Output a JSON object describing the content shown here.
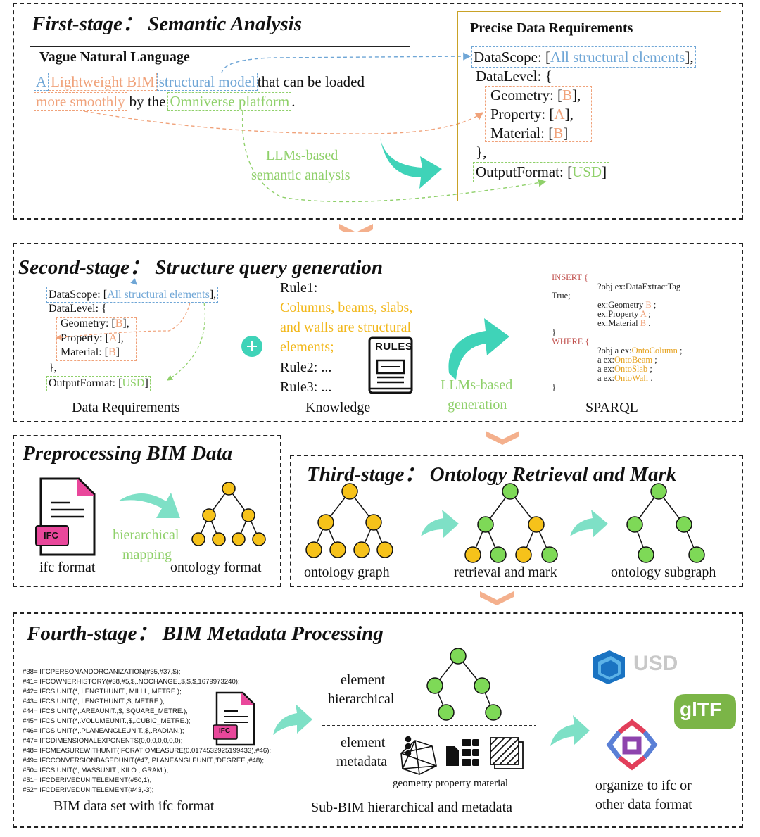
{
  "stage1": {
    "title": "First-stage： Semantic Analysis",
    "vague_title": "Vague Natural Language",
    "sentence": {
      "a": "A",
      "lightweight": "Lightweight  BIM",
      "structural": "structural model",
      "loaded": "that can be loaded",
      "smoothly": "more smoothly",
      "bythe": "by the",
      "omniverse": "Omniverse platform",
      "period": "."
    },
    "llm_line1": "LLMs-based",
    "llm_line2": "semantic analysis",
    "precise_title": "Precise Data Requirements",
    "req": {
      "datascope_key": "DataScope: [",
      "datascope_val": "All structural elements",
      "datascope_end": "],",
      "datalevel": "DataLevel: {",
      "geometry_key": "Geometry: [",
      "geometry_val": "B",
      "geometry_end": "],",
      "property_key": "Property: [",
      "property_val": "A",
      "property_end": "],",
      "material_key": "Material: [",
      "material_val": "B",
      "material_end": "]",
      "close": "},",
      "output_key": "OutputFormat: [",
      "output_val": "USD",
      "output_end": "]"
    }
  },
  "stage2": {
    "title": "Second-stage： Structure query generation",
    "req_caption": "Data Requirements",
    "plus": "+",
    "rule1": "Rule1:",
    "rule1_text": [
      "Columns, beams, slabs,",
      "and walls are structural",
      "elements;"
    ],
    "rule2": "Rule2: ...",
    "rule3": "Rule3: ...",
    "rules_label": "RULES",
    "knowledge_caption": "Knowledge",
    "llm_line1": "LLMs-based",
    "llm_line2": "generation",
    "sparql_caption": "SPARQL",
    "sparql": {
      "insert": "INSERT {",
      "obj": "?obj ex:DataExtractTag",
      "true": "True;",
      "geom": "ex:Geometry",
      "geom_v": "B",
      "geom_e": ";",
      "prop": "ex:Property",
      "prop_v": "A",
      "prop_e": ";",
      "mat": "ex:Material",
      "mat_v": "B",
      "mat_e": ".",
      "close1": "}",
      "where": "WHERE {",
      "w1": "?obj a ex:",
      "w1v": "OntoColumn",
      "w1e": ";",
      "w2": "a ex:",
      "w2v": "OntoBeam",
      "w2e": ";",
      "w3": "a ex:",
      "w3v": "OntoSlab",
      "w3e": ";",
      "w4": "a ex:",
      "w4v": "OntoWall",
      "w4e": ".",
      "close2": "}"
    }
  },
  "pre": {
    "title": "Preprocessing BIM Data",
    "ifc_caption": "ifc format",
    "ifc_badge": "IFC",
    "mapping1": "hierarchical",
    "mapping2": "mapping",
    "onto_caption": "ontology format"
  },
  "stage3": {
    "title": "Third-stage： Ontology Retrieval and Mark",
    "cap1": "ontology graph",
    "cap2": "retrieval and mark",
    "cap3": "ontology subgraph"
  },
  "stage4": {
    "title": "Fourth-stage： BIM Metadata Processing",
    "ifc_lines": [
      "#38= IFCPERSONANDORGANIZATION(#35,#37,$);",
      "#41= IFCOWNERHISTORY(#38,#5,$,.NOCHANGE.,$,$,$,1679973240);",
      "#42= IFCSIUNIT(*,.LENGTHUNIT.,.MILLI.,.METRE.);",
      "#43= IFCSIUNIT(*,.LENGTHUNIT.,$,.METRE.);",
      "#44= IFCSIUNIT(*,.AREAUNIT.,$,.SQUARE_METRE.);",
      "#45= IFCSIUNIT(*,.VOLUMEUNIT.,$,.CUBIC_METRE.);",
      "#46= IFCSIUNIT(*,.PLANEANGLEUNIT.,$,.RADIAN.);",
      "#47= IFCDIMENSIONALEXPONENTS(0,0,0,0,0,0,0);",
      "#48= IFCMEASUREWITHUNIT(IFCRATIOMEASURE(0.0174532925199433),#46);",
      "#49= IFCCONVERSIONBASEDUNIT(#47,.PLANEANGLEUNIT.,'DEGREE',#48);",
      "#50= IFCSIUNIT(*,.MASSUNIT.,.KILO.,.GRAM.);",
      "#51= IFCDERIVEDUNITELEMENT(#50,1);",
      "#52= IFCDERIVEDUNITELEMENT(#43,-3);"
    ],
    "dataset_caption": "BIM data set with ifc format",
    "ifc_badge": "IFC",
    "elem_h1": "element",
    "elem_h2": "hierarchical",
    "elem_m1": "element",
    "elem_m2": "metadata",
    "gpm": "geometry property material",
    "sub_caption": "Sub-BIM hierarchical and metadata",
    "usd": "USD",
    "gltf": "glTF",
    "org1": "organize to ifc or",
    "org2": "other data format"
  },
  "colors": {
    "blue": "#6fa6d6",
    "orange": "#f0a27a",
    "green": "#8fd06a",
    "teal": "#3fd3b8",
    "node_yellow": "#f6c21a",
    "node_green": "#7ed957",
    "gold_border": "#c9a227",
    "rule_yellow": "#f2b81c"
  }
}
